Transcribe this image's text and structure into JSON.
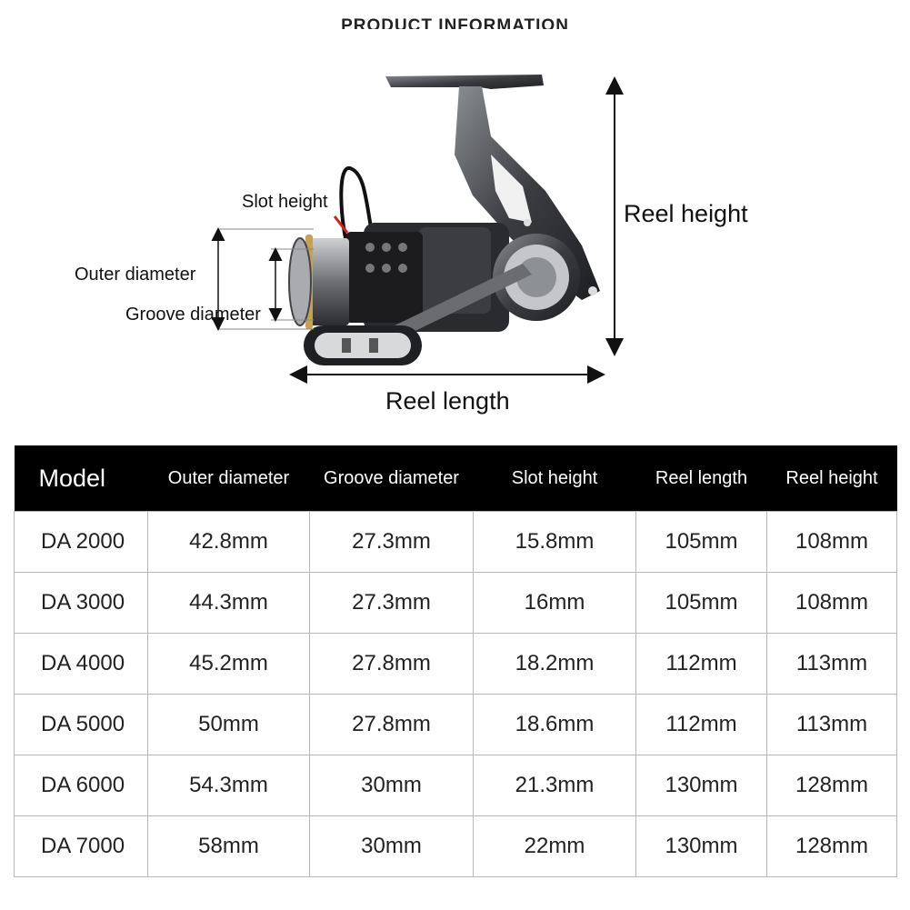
{
  "header": {
    "title": "PRODUCT INFORMATION"
  },
  "diagram": {
    "labels": {
      "slot_height": "Slot height",
      "outer_diameter": "Outer diameter",
      "groove_diameter": "Groove diameter",
      "reel_height": "Reel height",
      "reel_length": "Reel length"
    }
  },
  "table": {
    "columns": [
      "Model",
      "Outer diameter",
      "Groove diameter",
      "Slot height",
      "Reel length",
      "Reel height"
    ],
    "rows": [
      [
        "DA 2000",
        "42.8mm",
        "27.3mm",
        "15.8mm",
        "105mm",
        "108mm"
      ],
      [
        "DA 3000",
        "44.3mm",
        "27.3mm",
        "16mm",
        "105mm",
        "108mm"
      ],
      [
        "DA 4000",
        "45.2mm",
        "27.8mm",
        "18.2mm",
        "112mm",
        "113mm"
      ],
      [
        "DA 5000",
        "50mm",
        "27.8mm",
        "18.6mm",
        "112mm",
        "113mm"
      ],
      [
        "DA 6000",
        "54.3mm",
        "30mm",
        "21.3mm",
        "130mm",
        "128mm"
      ],
      [
        "DA 7000",
        "58mm",
        "30mm",
        "22mm",
        "130mm",
        "128mm"
      ]
    ]
  },
  "colors": {
    "header_bg": "#000000",
    "grid": "#b8b8b8",
    "slot_marker": "#d62020",
    "spool_gold": "#c8a050"
  }
}
